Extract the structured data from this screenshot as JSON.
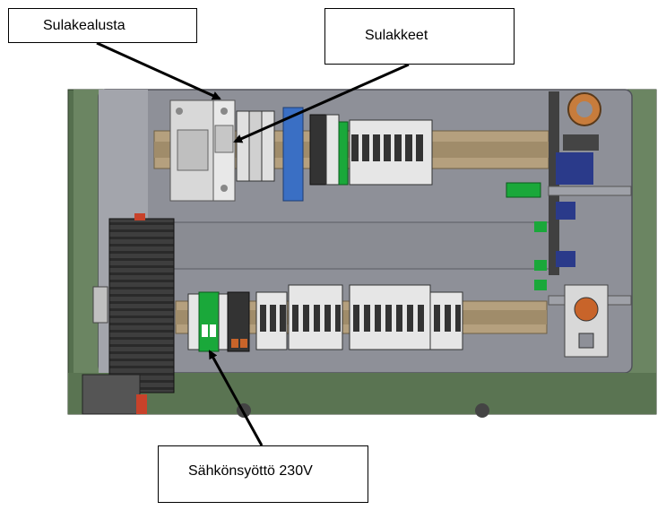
{
  "diagram": {
    "callouts": {
      "fuse_base": "Sulakealusta",
      "fuses": "Sulakkeet",
      "power_supply": "Sähkönsyöttö 230V"
    },
    "colors": {
      "enclosure_green": "#556f4e",
      "backplate_grey": "#8e9098",
      "din_rail_tan": "#b5a07e",
      "terminal_white": "#e6e6e6",
      "terminal_dark": "#333333",
      "terminal_green": "#1aa83a",
      "terminal_blue": "#3a6fc4",
      "terminal_orange": "#c8642a",
      "leader_line": "#000000"
    }
  }
}
